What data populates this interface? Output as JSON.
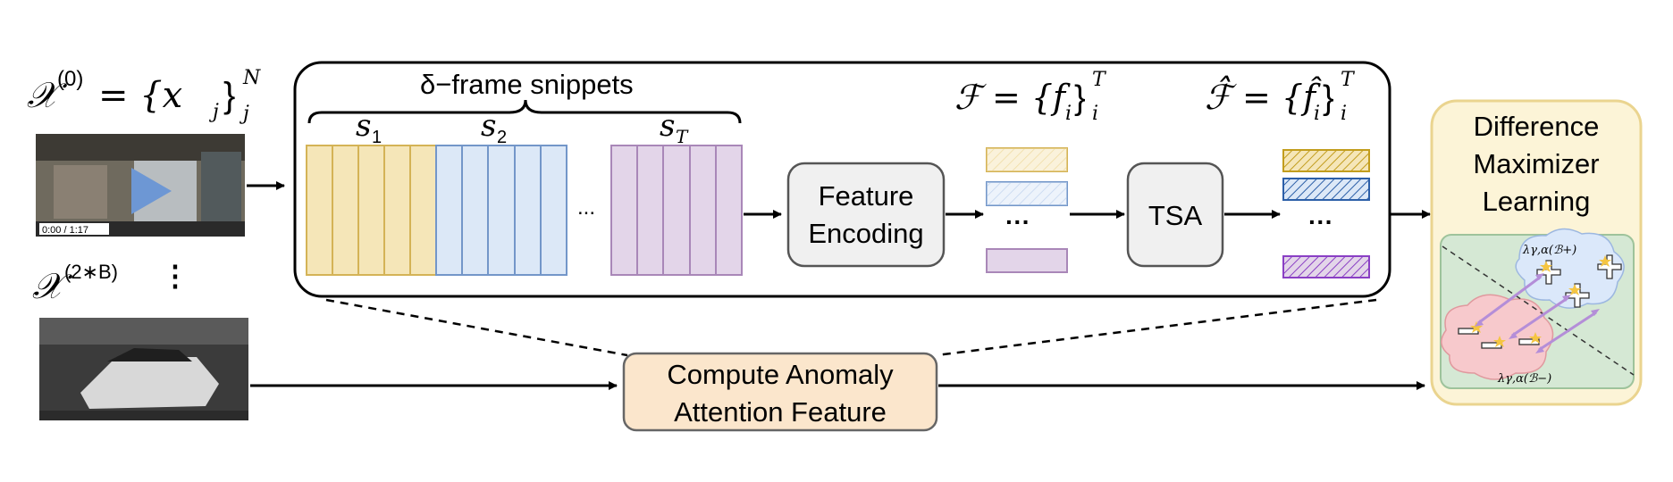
{
  "inputs": {
    "x0_label": "𝒳",
    "x0_sup": "(0)",
    "x0_eq": "= {x",
    "x0_sub": "j",
    "x0_close": "}",
    "x0_sup2": "N",
    "x0_sub2": "j",
    "video_time": "0:00 / 1:17",
    "x2b_label": "𝒳",
    "x2b_sup": "(2∗B)",
    "x2b_dots": "⋮"
  },
  "pipeline": {
    "snippets_label": "δ−frame snippets",
    "s1": "s",
    "s1_sub": "1",
    "s2": "s",
    "s2_sub": "2",
    "sT": "s",
    "sT_sub": "T",
    "ellipsis": "...",
    "feature_encoding_line1": "Feature",
    "feature_encoding_line2": "Encoding",
    "F_label": "ℱ = {f",
    "F_sub": "i",
    "F_close": "}",
    "F_sup": "T",
    "F_sub2": "i",
    "Fhat_label": "ℱ̂ = {f̂",
    "Fhat_sub": "i",
    "Fhat_close": "}",
    "Fhat_sup": "T",
    "Fhat_sub2": "i",
    "feat_dots": "···",
    "tsa": "TSA",
    "hat_dots": "···"
  },
  "anomaly": {
    "line1": "Compute Anomaly",
    "line2": "Attention Feature"
  },
  "dml": {
    "title_line1": "Difference",
    "title_line2": "Maximizer",
    "title_line3": "Learning",
    "pos_label": "λγ,α(ℬ+)",
    "neg_label": "λγ,α(ℬ−)"
  },
  "colors": {
    "yellow": "#f5e6b8",
    "yellow_stroke": "#d4b356",
    "blue": "#dce8f7",
    "blue_stroke": "#7396c9",
    "purple": "#e3d5e9",
    "purple_stroke": "#a987b8",
    "box_gray": "#f0f0f0",
    "orange_fill": "#fbe6cc",
    "dml_fill": "#fcf4d7",
    "dml_stroke": "#ead48f",
    "green": "#d5e8d4",
    "cloud_blue": "#dbe8fa",
    "cloud_pink": "#f7c9cc"
  }
}
